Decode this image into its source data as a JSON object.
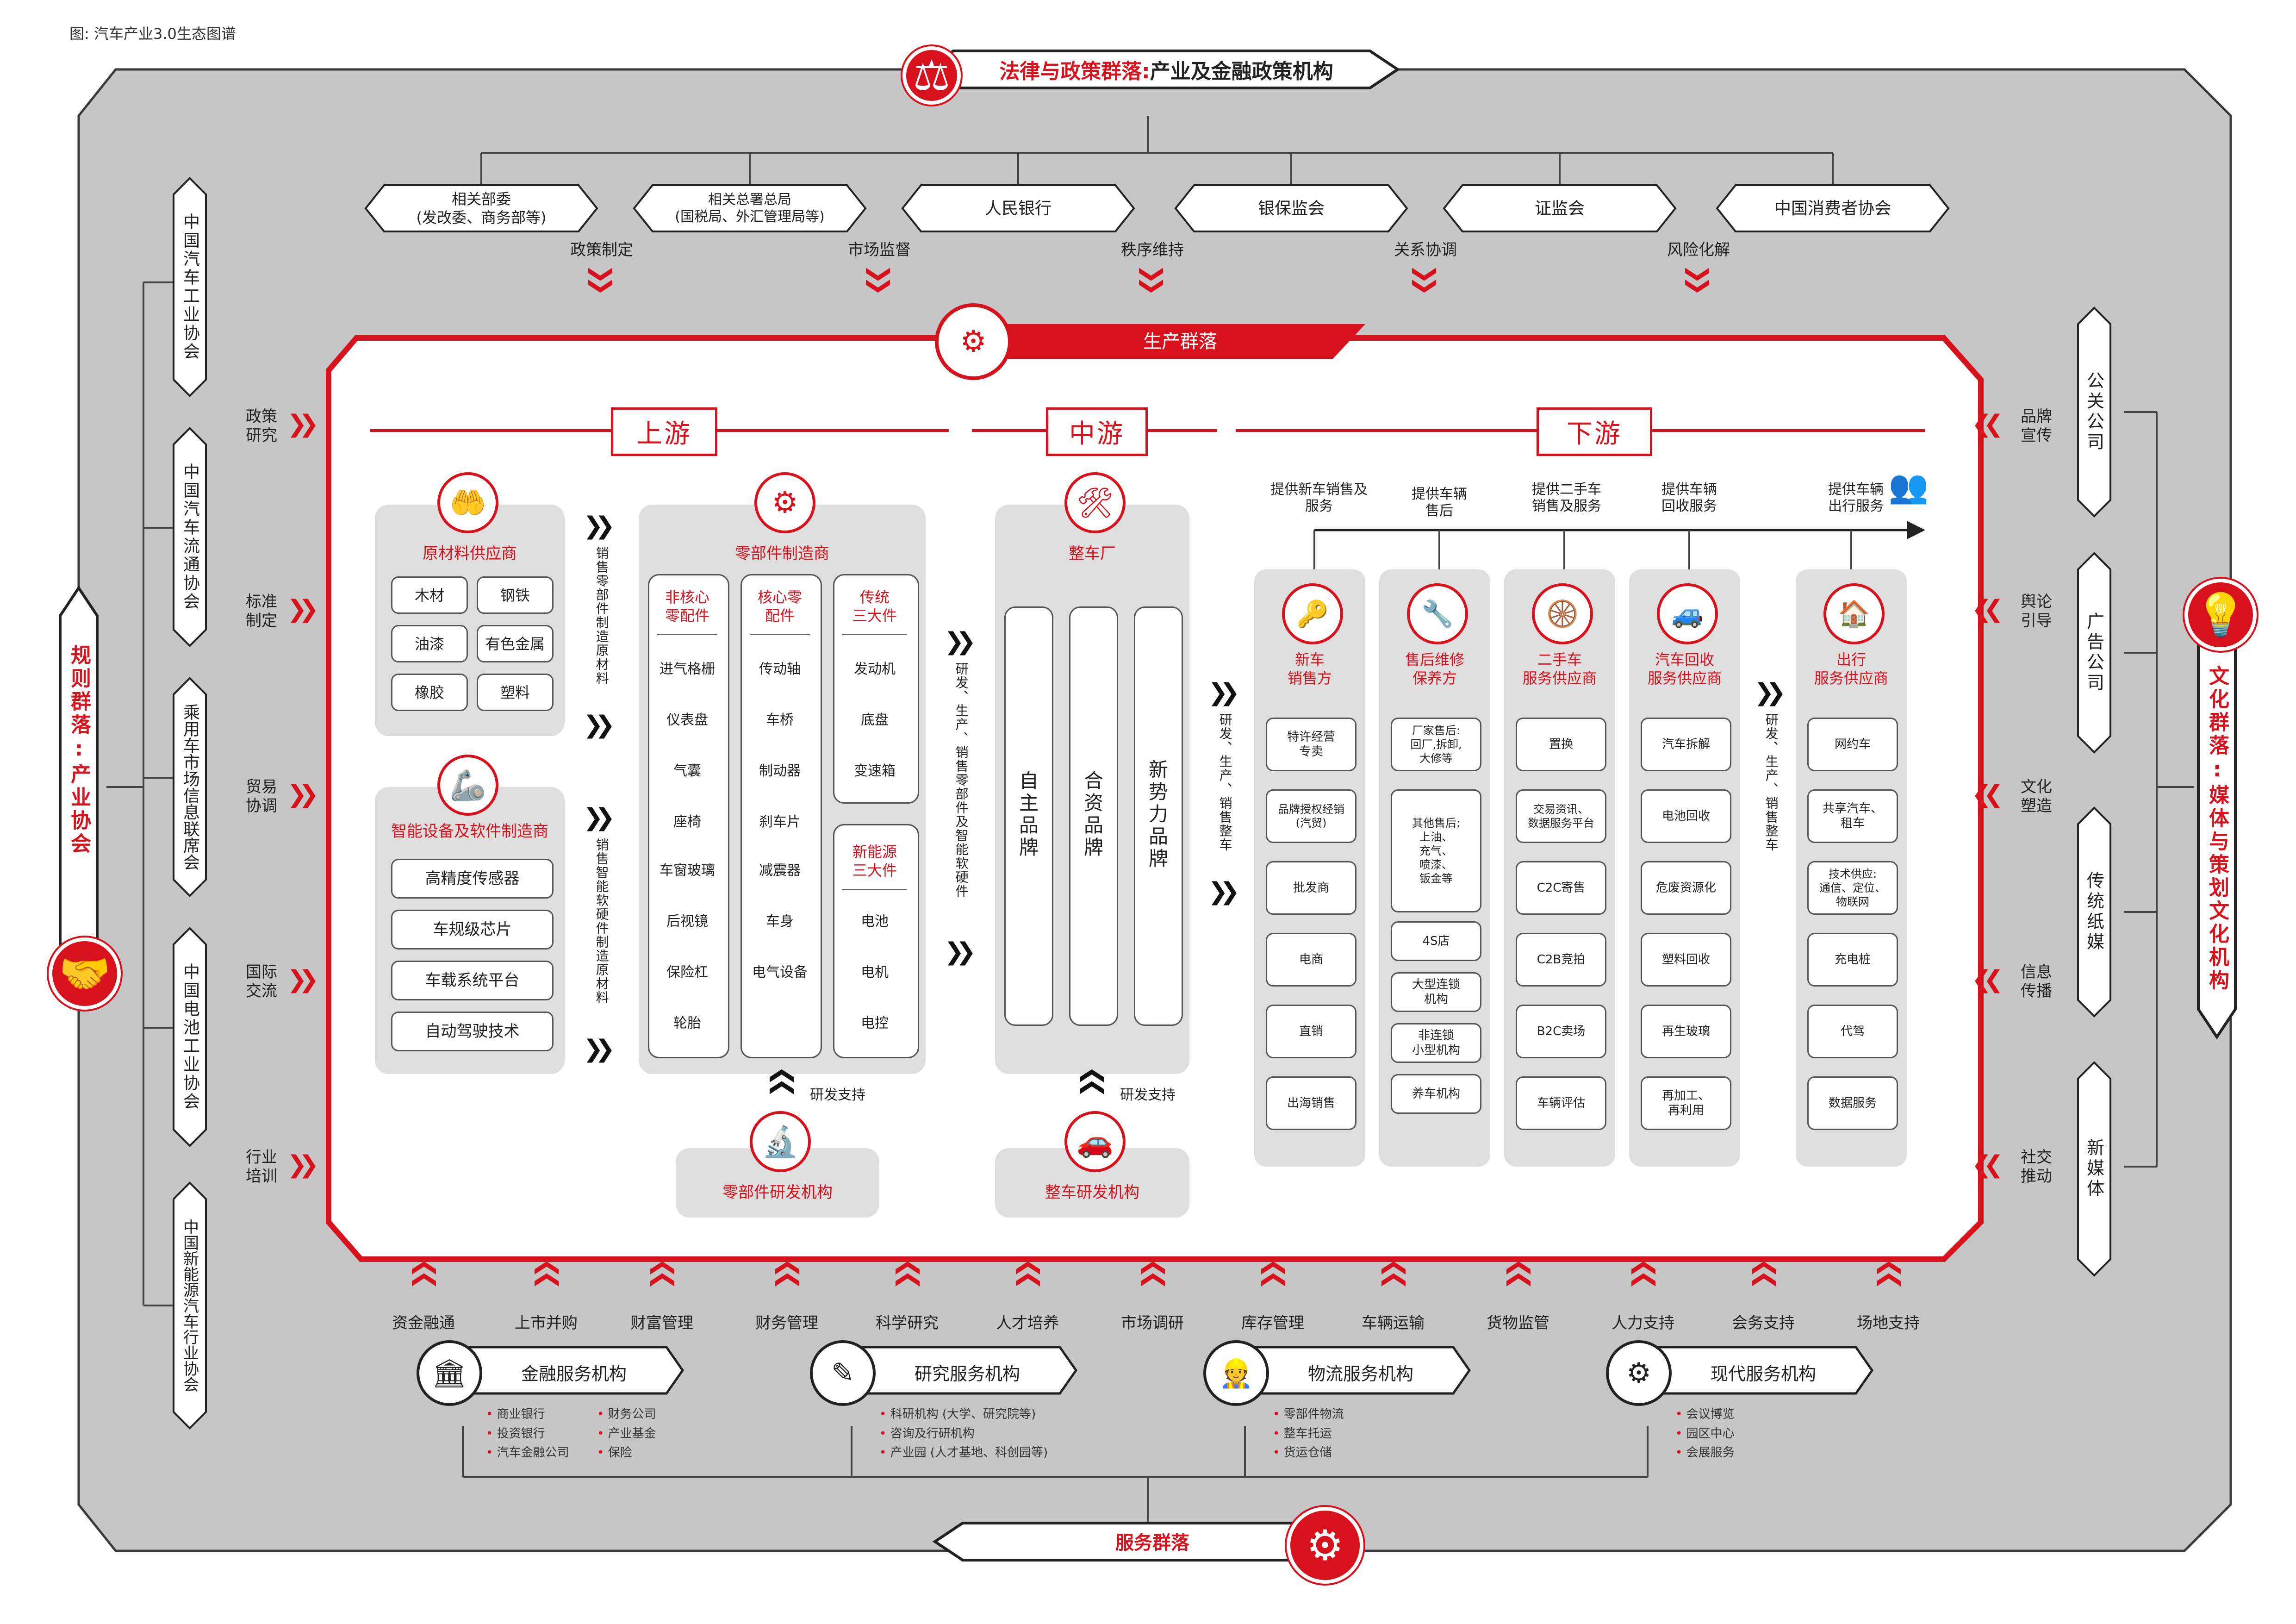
{
  "caption": "图: 汽车产业3.0生态图谱",
  "colors": {
    "accent": "#d7121c",
    "frame": "#c6c6c6",
    "panel": "#dedede",
    "text": "#222222"
  },
  "law": {
    "title_red": "法律与政策群落:",
    "title_black": "产业及金融政策机构",
    "icon": "balance-scale-icon",
    "orgs": [
      "相关部委\n(发改委、商务部等)",
      "相关总署总局\n(国税局、外汇管理局等)",
      "人民银行",
      "银保监会",
      "证监会",
      "中国消费者协会"
    ],
    "functions": [
      "政策制定",
      "市场监督",
      "秩序维持",
      "关系协调",
      "风险化解"
    ]
  },
  "rules": {
    "title": "规则群落:产业协会",
    "icon": "handshake-icon",
    "assocs": [
      "中国汽车工业协会",
      "中国汽车流通协会",
      "乘用车市场信息联席会",
      "中国电池工业协会",
      "中国新能源汽车行业协会"
    ],
    "functions": [
      "政策\n研究",
      "标准\n制定",
      "贸易\n协调",
      "国际\n交流",
      "行业\n培训"
    ]
  },
  "culture": {
    "title": "文化群落:媒体与策划文化机构",
    "icon": "lightbulb-icon",
    "media": [
      "公关公司",
      "广告公司",
      "传统纸媒",
      "新媒体"
    ],
    "functions": [
      "品牌\n宣传",
      "舆论\n引导",
      "文化\n塑造",
      "信息\n传播",
      "社交\n推动"
    ]
  },
  "production": {
    "title": "生产群落",
    "icon": "factory-gear-icon",
    "upstream": "上游",
    "midstream": "中游",
    "downstream": "下游",
    "raw": {
      "title": "原材料供应商",
      "items": [
        "木材",
        "钢铁",
        "油漆",
        "有色金属",
        "橡胶",
        "塑料"
      ]
    },
    "smart": {
      "title": "智能设备及软件制造商",
      "items": [
        "高精度传感器",
        "车规级芯片",
        "车载系统平台",
        "自动驾驶技术"
      ]
    },
    "arrow1": "销售零部件制造原材料",
    "arrow2": "销售智能软硬件制造原材料",
    "parts": {
      "title": "零部件制造商",
      "cols": [
        {
          "head": "非核心\n零配件",
          "items": [
            "进气格栅",
            "仪表盘",
            "气囊",
            "座椅",
            "车窗玻璃",
            "后视镜",
            "保险杠",
            "轮胎"
          ]
        },
        {
          "head": "核心零\n配件",
          "items": [
            "传动轴",
            "车桥",
            "制动器",
            "刹车片",
            "减震器",
            "车身",
            "电气设备"
          ]
        },
        {
          "head": "传统\n三大件",
          "items": [
            "发动机",
            "底盘",
            "变速箱"
          ]
        },
        {
          "head": "新能源\n三大件",
          "items": [
            "电池",
            "电机",
            "电控"
          ]
        }
      ]
    },
    "parts_rd": {
      "title": "零部件研发机构",
      "label": "研发支持"
    },
    "oem": {
      "title": "整车厂",
      "brands": [
        "自主品牌",
        "合资品牌",
        "新势力品牌"
      ]
    },
    "arrow3": "研发、生产、销售零部件及智能软硬件",
    "oem_rd": {
      "title": "整车研发机构",
      "label": "研发支持"
    },
    "arrow4": "研发、生产、销售整车",
    "arrow5": "研发、生产、销售整车",
    "top_labels": [
      "提供新车销售及\n服务",
      "提供车辆\n售后",
      "提供二手车\n销售及服务",
      "提供车辆\n回收服务",
      "提供车辆\n出行服务"
    ],
    "ds_cols": [
      {
        "title": "新车\n销售方",
        "icon": "car-key-icon",
        "items": [
          "特许经营\n专卖",
          "品牌授权经销\n(汽贸)",
          "批发商",
          "电商",
          "直销",
          "出海销售"
        ]
      },
      {
        "title": "售后维修\n保养方",
        "icon": "wrench-gear-icon",
        "items": [
          "厂家售后:\n回厂,拆卸,\n大修等",
          "其他售后:\n上油、\n充气、\n喷漆、\n钣金等",
          "4S店",
          "大型连锁\n机构",
          "非连锁\n小型机构",
          "养车机构"
        ]
      },
      {
        "title": "二手车\n服务供应商",
        "icon": "chassis-icon",
        "items": [
          "置换",
          "交易资讯、\n数据服务平台",
          "C2C寄售",
          "C2B竞拍",
          "B2C卖场",
          "车辆评估"
        ]
      },
      {
        "title": "汽车回收\n服务供应商",
        "icon": "crashed-car-icon",
        "items": [
          "汽车拆解",
          "电池回收",
          "危废资源化",
          "塑料回收",
          "再生玻璃",
          "再加工、\n再利用"
        ]
      },
      {
        "title": "出行\n服务供应商",
        "icon": "home-check-icon",
        "items": [
          "网约车",
          "共享汽车、\n租车",
          "技术供应:\n通信、定位、\n物联网",
          "充电桩",
          "代驾",
          "数据服务"
        ]
      }
    ]
  },
  "service": {
    "title": "服务群落",
    "icon": "gear-hands-icon",
    "supports": [
      "资金融通",
      "上市并购",
      "财富管理",
      "财务管理",
      "科学研究",
      "人才培养",
      "市场调研",
      "库存管理",
      "车辆运输",
      "货物监管",
      "人力支持",
      "会务支持",
      "场地支持"
    ],
    "orgs": [
      {
        "title": "金融服务机构",
        "icon": "bank-icon",
        "col1": [
          "商业银行",
          "投资银行",
          "汽车金融公司"
        ],
        "col2": [
          "财务公司",
          "产业基金",
          "保险"
        ]
      },
      {
        "title": "研究服务机构",
        "icon": "research-icon",
        "col1": [
          "科研机构 (大学、研究院等)",
          "咨询及行研机构",
          "产业园 (人才基地、科创园等)"
        ],
        "col2": []
      },
      {
        "title": "物流服务机构",
        "icon": "logistics-worker-icon",
        "col1": [
          "零部件物流",
          "整车托运",
          "货运仓储"
        ],
        "col2": []
      },
      {
        "title": "现代服务机构",
        "icon": "people-gear-icon",
        "col1": [
          "会议博览",
          "园区中心",
          "会展服务"
        ],
        "col2": []
      }
    ]
  }
}
